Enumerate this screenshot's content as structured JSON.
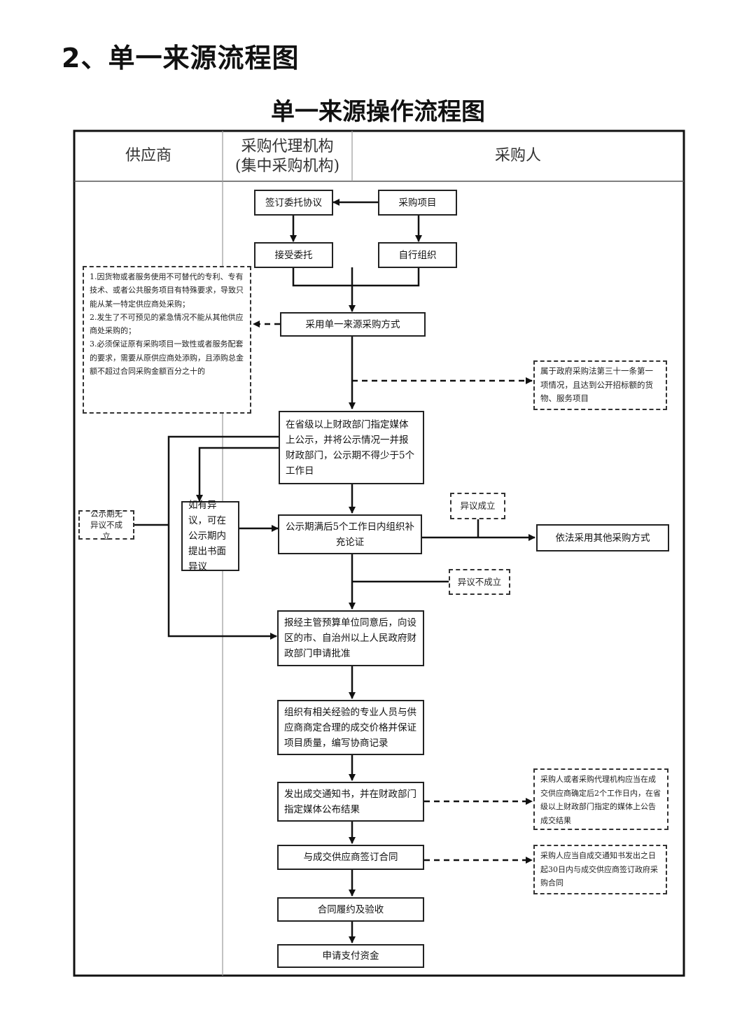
{
  "section_heading": "2、单一来源流程图",
  "diagram_title": "单一来源操作流程图",
  "lanes": {
    "supplier": "供应商",
    "agency_line1": "采购代理机构",
    "agency_line2": "(集中采购机构)",
    "purchaser": "采购人"
  },
  "nodes": {
    "sign_agreement": "签订委托协议",
    "purchase_project": "采购项目",
    "accept_entrust": "接受委托",
    "self_organize": "自行组织",
    "adopt_method": "采用单一来源采购方式",
    "publicize": "在省级以上财政部门指定媒体上公示，并将公示情况一并报财政部门，公示期不得少于5个工作日",
    "objection": "如有异议，可在公示期内提出书面异议",
    "supplementary_review": "公示期满后5个工作日内组织补充论证",
    "other_method": "依法采用其他采购方式",
    "report_approval": "报经主管预算单位同意后，向设区的市、自治州以上人民政府财政部门申请批准",
    "negotiate": "组织有相关经验的专业人员与供应商商定合理的成交价格并保证项目质量，编写协商记录",
    "issue_notice": "发出成交通知书，并在财政部门指定媒体公布结果",
    "sign_contract": "与成交供应商签订合同",
    "performance": "合同履约及验收",
    "payment": "申请支付资金"
  },
  "notes": {
    "conditions": "1.因货物或者服务使用不可替代的专利、专有技术、或者公共服务项目有特殊要求，导致只能从某一特定供应商处采购；\n2.发生了不可预见的紧急情况不能从其他供应商处采购的；\n3.必须保证原有采购项目一致性或者服务配套的要求，需要从原供应商处添购，且添购总金额不超过合同采购金额百分之十的",
    "law_article": "属于政府采购法第三十一条第一项情况，且达到公开招标额的货物、服务项目",
    "no_objection": "公示期无异议不成立",
    "objection_valid": "异议成立",
    "objection_invalid": "异议不成立",
    "publish_deadline": "采购人或者采购代理机构应当在成交供应商确定后2个工作日内，在省级以上财政部门指定的媒体上公告成交结果",
    "contract_deadline": "采购人应当自成交通知书发出之日起30日内与成交供应商签订政府采购合同"
  }
}
